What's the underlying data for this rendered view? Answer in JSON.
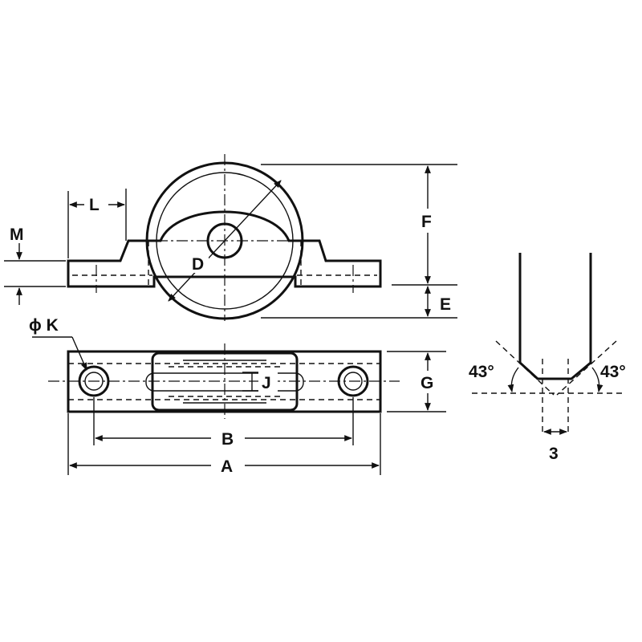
{
  "labels": {
    "A": "A",
    "B": "B",
    "D": "D",
    "E": "E",
    "F": "F",
    "G": "G",
    "J": "J",
    "phi_k": "ϕ K",
    "L": "L",
    "M": "M",
    "angle_left": "43°",
    "angle_right": "43°",
    "groove_width": "3"
  },
  "colors": {
    "line": "#111111",
    "background": "#ffffff"
  }
}
